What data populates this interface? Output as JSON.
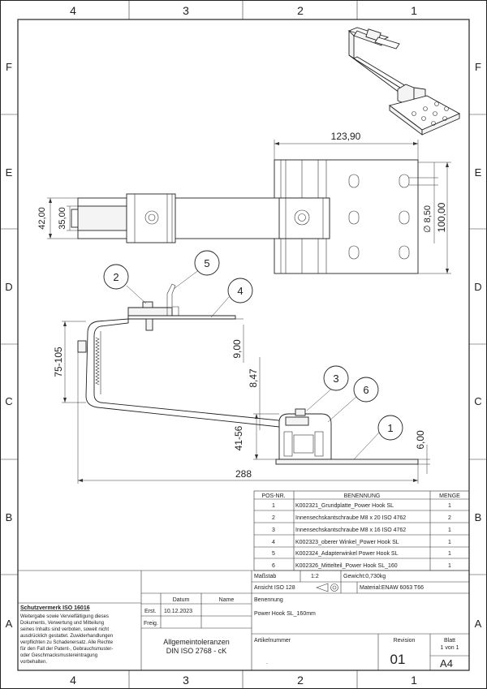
{
  "frame": {
    "columns": [
      "4",
      "3",
      "2",
      "1"
    ],
    "rows": [
      "F",
      "E",
      "D",
      "C",
      "B",
      "A"
    ]
  },
  "dimensions": {
    "top_width": "123,90",
    "left_outer": "42,00",
    "left_inner": "35,00",
    "hole": "∅ 8,50",
    "plate_height": "100,00",
    "slot_gap": "9,00",
    "height_range": "75-105",
    "offset": "8,47",
    "clamp_range": "41-56",
    "base_thickness": "6,00",
    "total_length": "288"
  },
  "balloons": [
    "1",
    "2",
    "3",
    "4",
    "5",
    "6"
  ],
  "bom": {
    "headers": [
      "POS-NR.",
      "BENENNUNG",
      "MENGE"
    ],
    "rows": [
      [
        "1",
        "K002321_Grundplatte_Power Hook SL",
        "1"
      ],
      [
        "2",
        "Innensechskantschraube M8 x 20 ISO 4762",
        "2"
      ],
      [
        "3",
        "Innensechskantschraube M8 x 16 ISO 4762",
        "1"
      ],
      [
        "4",
        "K002323_oberer Winkel_Power Hook SL",
        "1"
      ],
      [
        "5",
        "K002324_Adapterwinkel Power Hook SL",
        "1"
      ],
      [
        "6",
        "K002326_Mittelteil_Power Hook SL_160",
        "1"
      ]
    ]
  },
  "title_block": {
    "massstab_label": "Maßstab",
    "massstab_value": "1:2",
    "gewicht": "Gewicht:0,730kg",
    "ansicht": "Ansicht ISO 128",
    "material": "Material:ENAW 6063 T66",
    "benennung_label": "Benennung",
    "benennung_value": "Power Hook SL_160mm",
    "datum_label": "Datum",
    "name_label": "Name",
    "erst_label": "Erst.",
    "erst_date": "10.12.2023",
    "freig_label": "Freig.",
    "schutz_title": "Schutzvermerk ISO 16016",
    "schutz_lines": [
      "Weitergabe sowie Vervielfältigung dieses",
      "Dokuments, Verwertung und Mitteilung",
      "seines Inhalts sind verboten, soweit nicht",
      "ausdrücklich gestattet. Zuwiderhandlungen",
      "verpflichten zu Schadenersatz. Alle Rechte",
      "für den Fall der Patent-, Gebrauchsmuster-",
      "oder Geschmacksmustereintragung",
      "vorbehalten."
    ],
    "toleranz_line1": "Allgemeintoleranzen",
    "toleranz_line2": "DIN ISO 2768 - cK",
    "artikel_label": "Artikelnummer",
    "revision_label": "Revision",
    "revision_value": "01",
    "blatt_label": "Blatt",
    "blatt_value": "1 von 1",
    "format": "A4",
    "artikel_dot": "."
  }
}
